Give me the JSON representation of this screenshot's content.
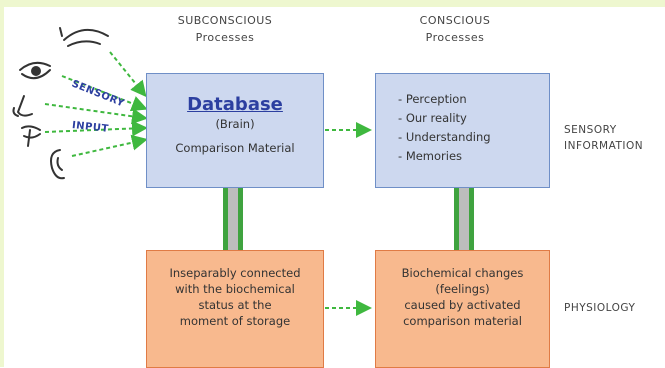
{
  "columns": {
    "subconscious": [
      "SUBCONSCIOUS",
      "Processes"
    ],
    "conscious": [
      "CONSCIOUS",
      "Processes"
    ]
  },
  "database_box": {
    "title": "Database",
    "subtitle": "(Brain)",
    "note": "Comparison Material"
  },
  "conscious_box": {
    "items": [
      "Perception",
      "Our reality",
      "Understanding",
      "Memories"
    ]
  },
  "physiology_left_box": {
    "lines": [
      "Inseparably connected",
      "with the biochemical",
      "status at the",
      "moment of storage"
    ]
  },
  "physiology_right_box": {
    "lines": [
      "Biochemical changes",
      "(feelings)",
      "caused by activated",
      "comparison material"
    ]
  },
  "row_labels": {
    "sensory_information": [
      "SENSORY",
      "INFORMATION"
    ],
    "physiology": [
      "PHYSIOLOGY"
    ]
  },
  "input_labels": {
    "sensory": "SENSORY",
    "input": "INPUT"
  },
  "sense_icons": [
    "eyebrow-icon",
    "eye-icon",
    "nose-icon",
    "mouth-icon",
    "ear-icon"
  ],
  "colors": {
    "blue_fill": "#cdd8ef",
    "blue_border": "#6f8fc7",
    "orange_fill": "#f8b98e",
    "orange_border": "#e07b45",
    "arrow": "#3fb83f",
    "title": "#2c3fa0"
  }
}
